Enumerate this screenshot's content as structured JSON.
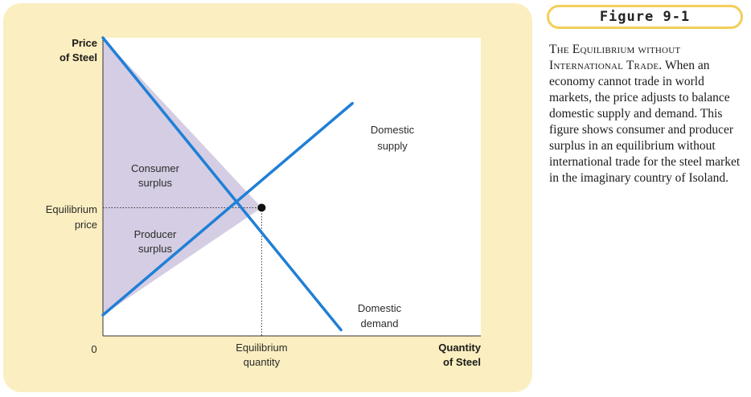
{
  "figure": {
    "label": "Figure 9-1",
    "caption_title": "The Equilibrium without International Trade.",
    "caption_text": "When an economy cannot trade in world markets, the price adjusts to balance domestic supply and demand. This figure shows consumer and producer surplus in an equilibrium without international trade for the steel market in the imaginary country of Isoland."
  },
  "colors": {
    "panel_bg": "#fbeec0",
    "plot_bg": "#ffffff",
    "line": "#1f7fd6",
    "surplus_fill": "#d4cde3",
    "badge_border": "#f3cf5a"
  },
  "chart_data": {
    "type": "line",
    "title": "",
    "ylabel": [
      "Price",
      "of Steel"
    ],
    "xlabel": [
      "Quantity",
      "of Steel"
    ],
    "xlim": [
      0,
      10
    ],
    "ylim": [
      0,
      10
    ],
    "origin_label": "0",
    "grid": false,
    "series": [
      {
        "name": [
          "Domestic",
          "demand"
        ],
        "x": [
          0,
          6.3
        ],
        "y": [
          10,
          0.2
        ]
      },
      {
        "name": [
          "Domestic",
          "supply"
        ],
        "x": [
          0,
          6.6
        ],
        "y": [
          0.7,
          7.8
        ]
      }
    ],
    "equilibrium": {
      "x": 4.2,
      "y": 4.3,
      "price_label": [
        "Equilibrium",
        "price"
      ],
      "quantity_label": [
        "Equilibrium",
        "quantity"
      ]
    },
    "regions": [
      {
        "label": [
          "Consumer",
          "surplus"
        ]
      },
      {
        "label": [
          "Producer",
          "surplus"
        ]
      }
    ]
  }
}
